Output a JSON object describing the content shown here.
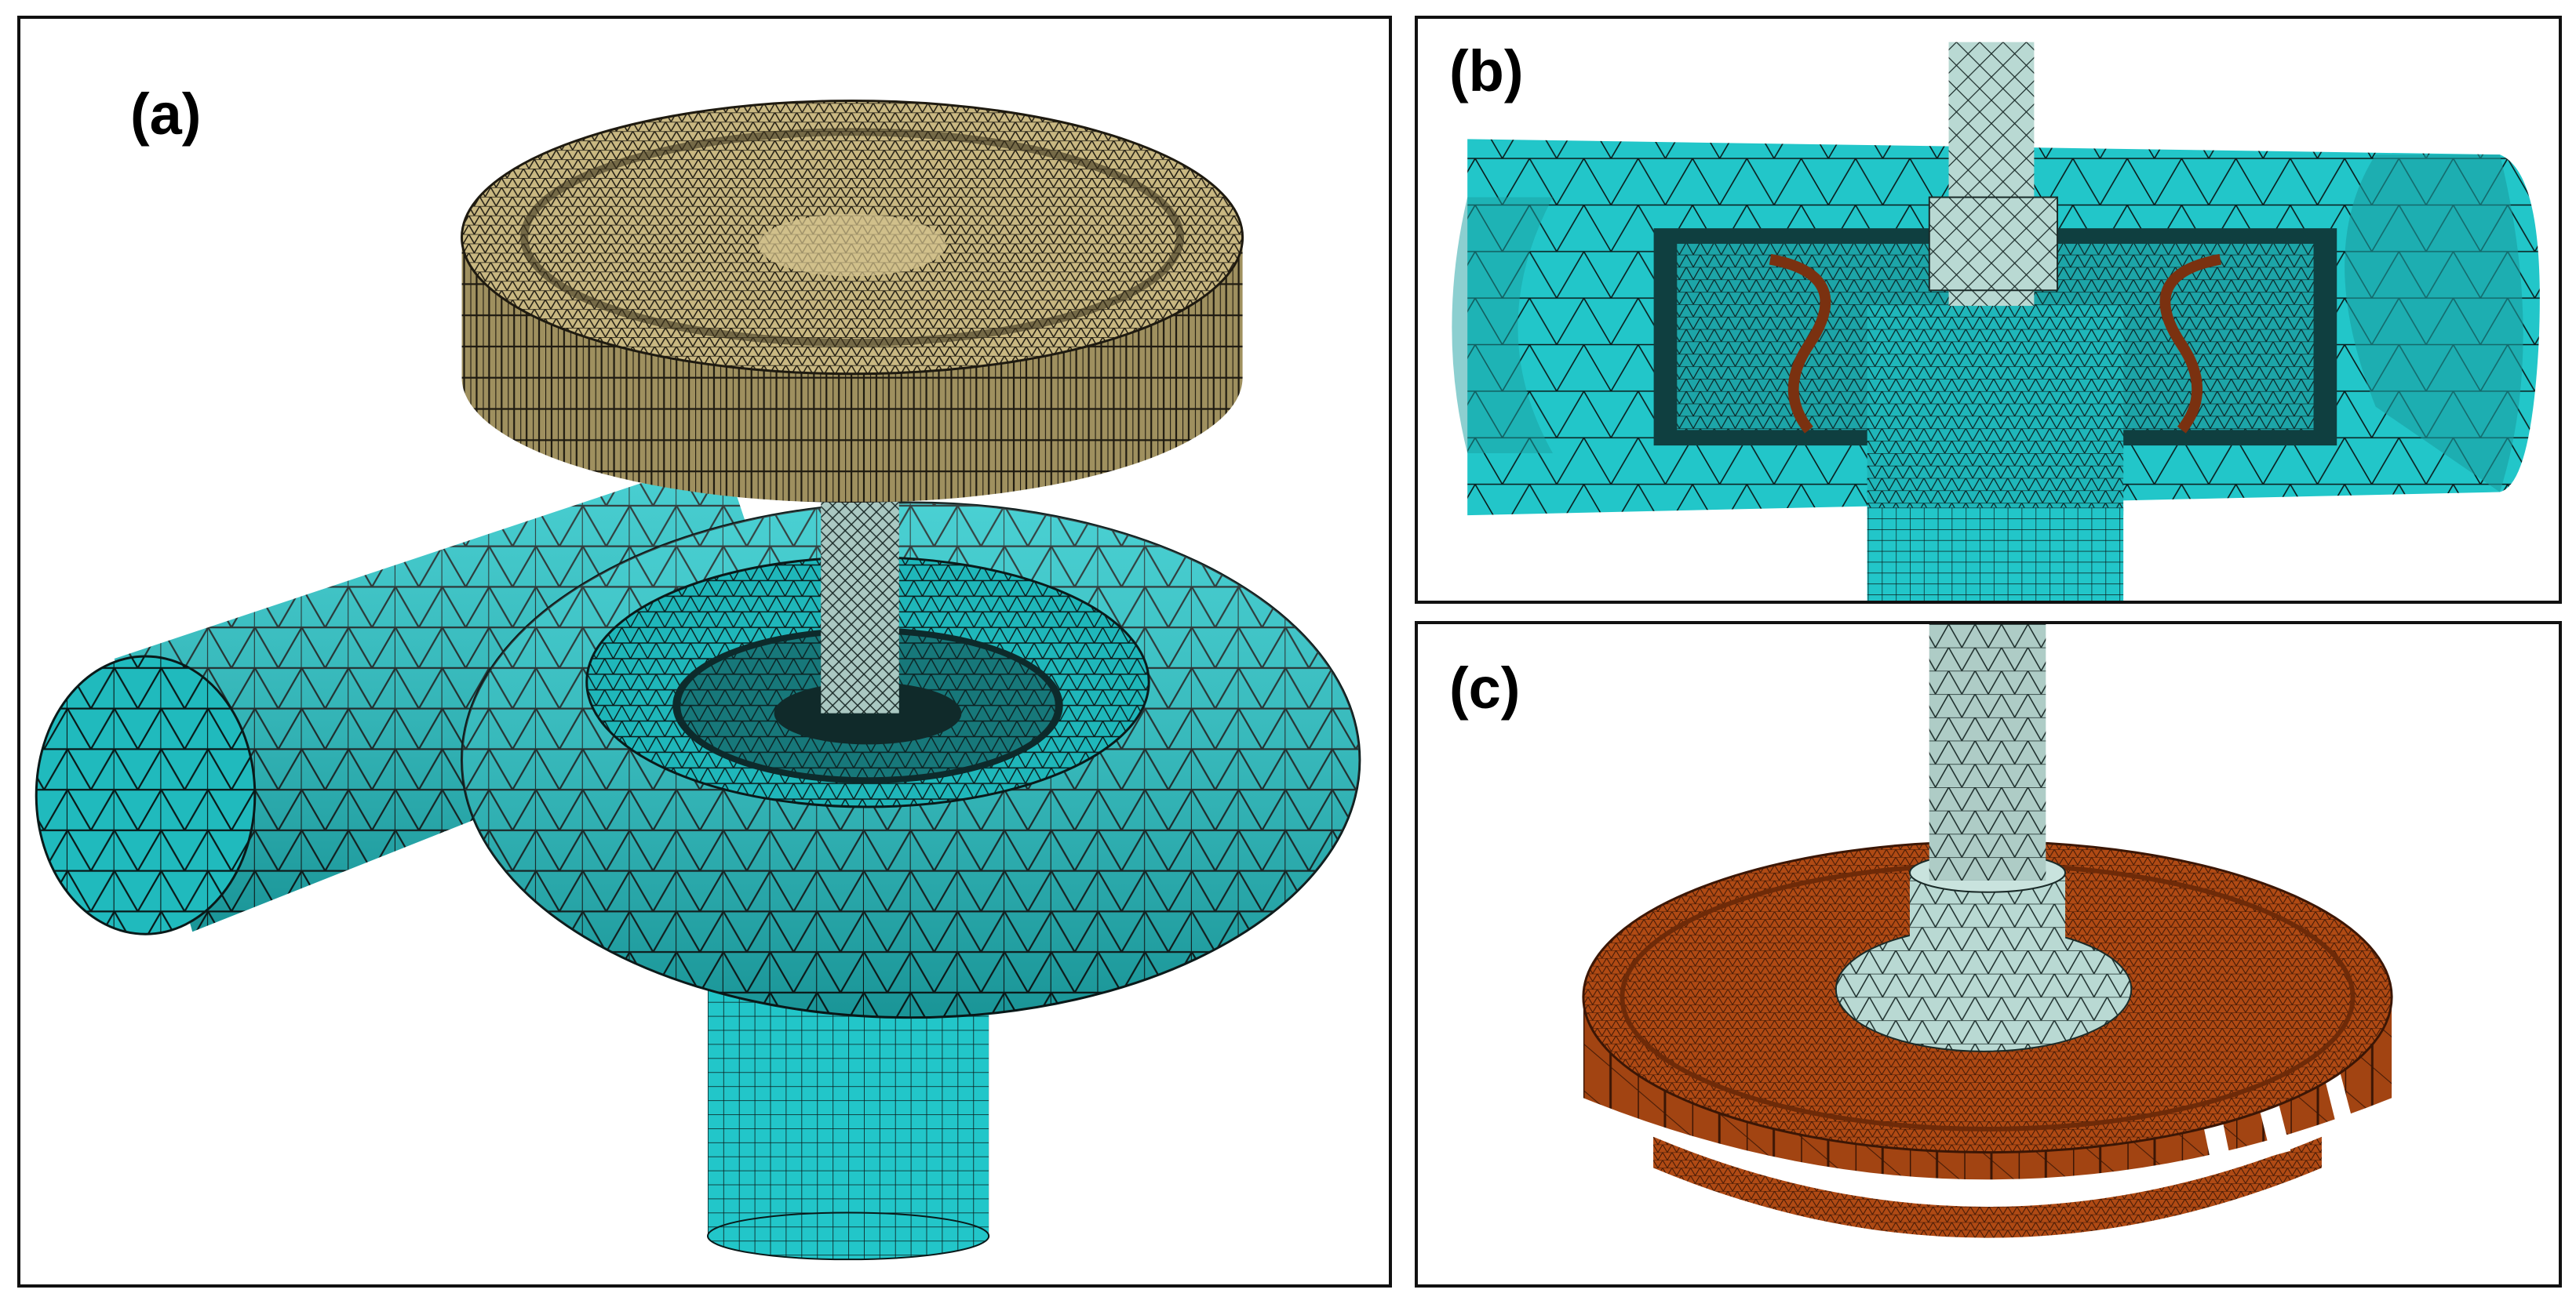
{
  "panels": [
    {
      "id": "a",
      "label": "(a)"
    },
    {
      "id": "b",
      "label": "(b)"
    },
    {
      "id": "c",
      "label": "(c)"
    }
  ],
  "colors": {
    "fluid_mesh": "#22c6c9",
    "fluid_mesh_dark": "#178f93",
    "generator_mesh": "#c9b882",
    "generator_mesh_dark": "#6f6346",
    "shaft_mesh": "#b9d9d3",
    "runner_mesh": "#b04a14",
    "runner_mesh_dark": "#6e2a08",
    "mesh_lines": "#0a1a1a",
    "border": "#111111"
  }
}
